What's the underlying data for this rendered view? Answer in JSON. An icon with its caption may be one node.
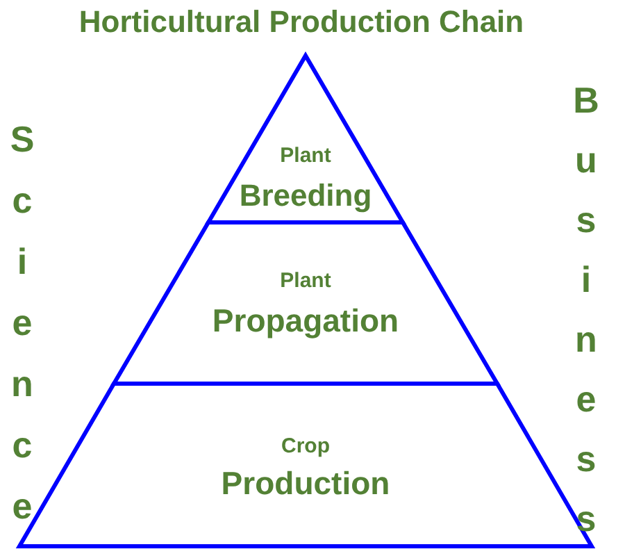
{
  "diagram": {
    "title": "Horticultural Production Chain",
    "nodes": [
      {
        "text": [
          "Plant",
          "Breeding"
        ]
      },
      {
        "text": [
          "Plant",
          "Propagation"
        ]
      },
      {
        "text": [
          "Crop",
          "Production"
        ]
      }
    ],
    "labels": [
      "Science",
      "Business"
    ]
  }
}
